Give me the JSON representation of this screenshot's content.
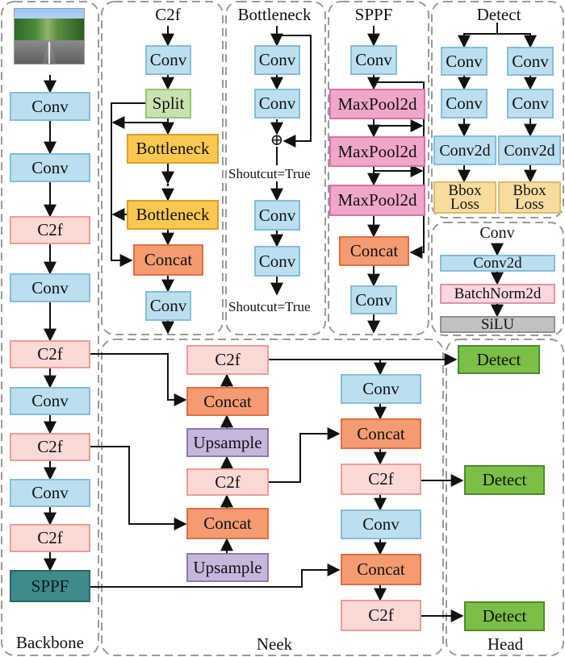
{
  "titles": {
    "backbone": "Backbone",
    "neck": "Neek",
    "head": "Head",
    "c2f": "C2f",
    "bottleneck": "Bottleneck",
    "sppf": "SPPF",
    "detect": "Detect",
    "conv": "Conv"
  },
  "labels": {
    "conv": "Conv",
    "c2f": "C2f",
    "sppf": "SPPF",
    "split": "Split",
    "bottleneck": "Bottleneck",
    "concat": "Concat",
    "upsample": "Upsample",
    "detect": "Detect",
    "maxpool": "MaxPool2d",
    "conv2d": "Conv2d",
    "bbox": "Bbox",
    "loss": "Loss",
    "batchnorm": "BatchNorm2d",
    "silu": "SiLU",
    "shortcut": "Shoutcut=True",
    "add": "⊕",
    "dots": "⋮"
  },
  "colors": {
    "conv": "#bcdff0",
    "c2f": "#fdd9d6",
    "concat": "#f49b72",
    "upsample": "#c7b6dc",
    "split": "#c8e2b0",
    "bottleneck": "#fbc84f",
    "maxpool": "#f0a6cb",
    "sppf": "#3f8a8a",
    "detect": "#7bbf46",
    "loss": "#f8dc9e",
    "batchnorm": "#fbd7de",
    "silu": "#c2c2c2"
  },
  "image": {
    "description_icon": "road-photo"
  }
}
